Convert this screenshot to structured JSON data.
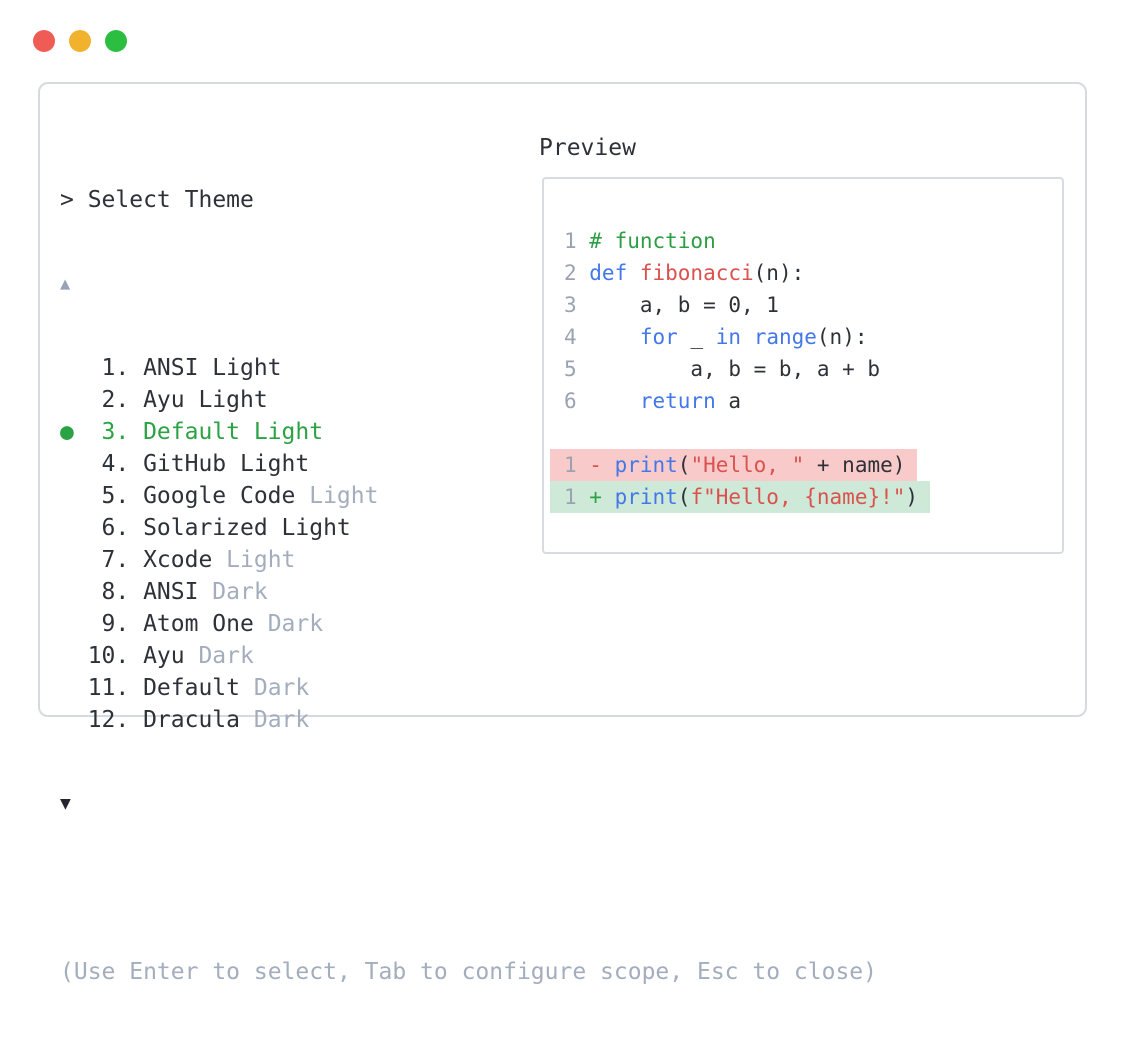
{
  "colors": {
    "traffic_red": "#ef5b55",
    "traffic_yellow": "#f1b32e",
    "traffic_green": "#2cbe41",
    "accent_green": "#2ba344",
    "keyword_blue": "#4478e8",
    "string_red": "#da524e",
    "comment_green": "#2e9e44",
    "dim_gray": "#a3adbd",
    "line_number_gray": "#9aa3b2",
    "removed_line_bg": "#f9caca",
    "added_line_bg": "#cee9d7",
    "panel_border": "#d6dade"
  },
  "theme_selector": {
    "prompt": "> Select Theme",
    "scroll_up_indicator": "▲",
    "scroll_down_indicator": "▼",
    "selected_bullet": "●",
    "items": [
      {
        "number": "1.",
        "name": "ANSI Light",
        "dim": "",
        "selected": false
      },
      {
        "number": "2.",
        "name": "Ayu Light",
        "dim": "",
        "selected": false
      },
      {
        "number": "3.",
        "name": "Default Light",
        "dim": "",
        "selected": true
      },
      {
        "number": "4.",
        "name": "GitHub Light",
        "dim": "",
        "selected": false
      },
      {
        "number": "5.",
        "name": "Google Code",
        "dim": "Light",
        "selected": false
      },
      {
        "number": "6.",
        "name": "Solarized Light",
        "dim": "",
        "selected": false
      },
      {
        "number": "7.",
        "name": "Xcode",
        "dim": "Light",
        "selected": false
      },
      {
        "number": "8.",
        "name": "ANSI",
        "dim": "Dark",
        "selected": false
      },
      {
        "number": "9.",
        "name": "Atom One",
        "dim": "Dark",
        "selected": false
      },
      {
        "number": "10.",
        "name": "Ayu",
        "dim": "Dark",
        "selected": false
      },
      {
        "number": "11.",
        "name": "Default",
        "dim": "Dark",
        "selected": false
      },
      {
        "number": "12.",
        "name": "Dracula",
        "dim": "Dark",
        "selected": false
      }
    ],
    "help_text": "(Use Enter to select, Tab to configure scope, Esc to close)"
  },
  "preview": {
    "label": "Preview",
    "code_lines": [
      {
        "num": "1",
        "bg": "",
        "tokens": [
          [
            "# function",
            "comment"
          ]
        ]
      },
      {
        "num": "2",
        "bg": "",
        "tokens": [
          [
            "def ",
            "kw"
          ],
          [
            "fibonacci",
            "str"
          ],
          [
            "(n):",
            "plain"
          ]
        ]
      },
      {
        "num": "3",
        "bg": "",
        "tokens": [
          [
            "    a, b = 0, 1",
            "plain"
          ]
        ]
      },
      {
        "num": "4",
        "bg": "",
        "tokens": [
          [
            "    ",
            "plain"
          ],
          [
            "for",
            "kw"
          ],
          [
            " _ ",
            "plain"
          ],
          [
            "in",
            "kw"
          ],
          [
            " ",
            "plain"
          ],
          [
            "range",
            "kw"
          ],
          [
            "(n):",
            "plain"
          ]
        ]
      },
      {
        "num": "5",
        "bg": "",
        "tokens": [
          [
            "        a, b = b, a + b",
            "plain"
          ]
        ]
      },
      {
        "num": "6",
        "bg": "",
        "tokens": [
          [
            "    ",
            "plain"
          ],
          [
            "return",
            "kw"
          ],
          [
            " a",
            "plain"
          ]
        ]
      },
      {
        "num": "",
        "bg": "",
        "tokens": []
      },
      {
        "num": "1",
        "bg": "removed",
        "tokens": [
          [
            "- ",
            "removed"
          ],
          [
            "print",
            "kw"
          ],
          [
            "(",
            "plain"
          ],
          [
            "\"Hello, \"",
            "str"
          ],
          [
            " + name)",
            "plain"
          ]
        ]
      },
      {
        "num": "1",
        "bg": "added",
        "tokens": [
          [
            "+ ",
            "added"
          ],
          [
            "print",
            "kw"
          ],
          [
            "(",
            "plain"
          ],
          [
            "f\"Hello, {name}!\"",
            "str"
          ],
          [
            ")",
            "plain"
          ]
        ]
      }
    ]
  }
}
